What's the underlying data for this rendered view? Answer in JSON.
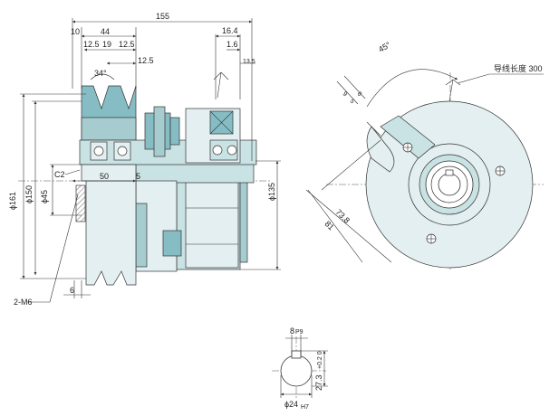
{
  "dims": {
    "d155": "155",
    "d44": "44",
    "d10": "10",
    "d12_5a": "12.5",
    "d19": "19",
    "d12_5b": "12.5",
    "d12_5c": "12.5",
    "d34": "34°",
    "d16_4": "16.4",
    "d1_6": "1.6",
    "d13_5": "13.5",
    "d161": "ϕ161",
    "d150": "ϕ150",
    "d45": "ϕ45",
    "c2": "C2",
    "d50": "50",
    "d5": "5",
    "d135": "ϕ135",
    "m6": "2-M6",
    "d6": "6",
    "d45deg": "45°",
    "lead": "导线长度 300",
    "d9": "9",
    "d5b": "5",
    "d6b": "6",
    "d73_8": "73.8",
    "d81": "81",
    "key8": "8",
    "key8tol": "P9",
    "key27_3": "27.3",
    "key27_3tol": "+0.2 0",
    "bore24": "ϕ24",
    "bore24tol": "H7"
  }
}
